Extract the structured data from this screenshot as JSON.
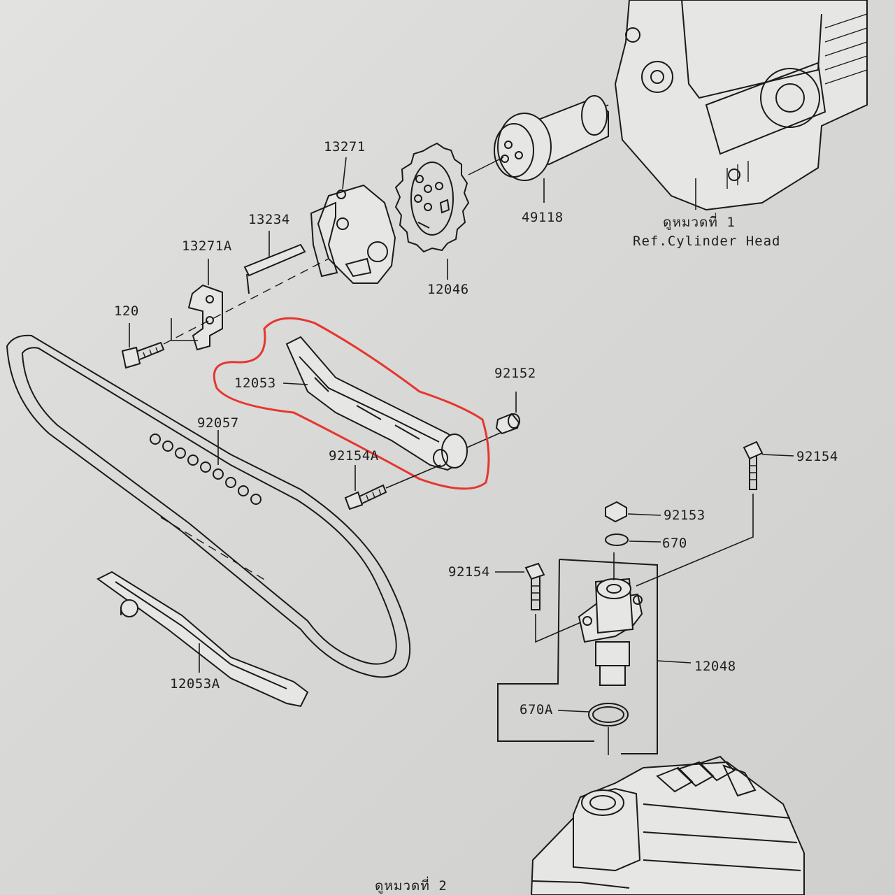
{
  "labels": {
    "l13271": "13271",
    "l13234": "13234",
    "l13271a": "13271A",
    "l120": "120",
    "l12046": "12046",
    "l49118": "49118",
    "l12053": "12053",
    "l92152": "92152",
    "l92057": "92057",
    "l92154a": "92154A",
    "l92154_top": "92154",
    "l92153": "92153",
    "l670": "670",
    "l92154_left": "92154",
    "l12048": "12048",
    "l670a": "670A",
    "l12053a": "12053A"
  },
  "references": {
    "cylinder_head_thai": "ดูหมวดที่ 1",
    "cylinder_head_en": "Ref.Cylinder Head",
    "bottom_thai": "ดูหมวดที่ 2"
  },
  "colors": {
    "highlight": "#e5362f",
    "ink": "#1a1a1a",
    "paper": "#e2e2e0"
  },
  "highlighted_part": "12053"
}
